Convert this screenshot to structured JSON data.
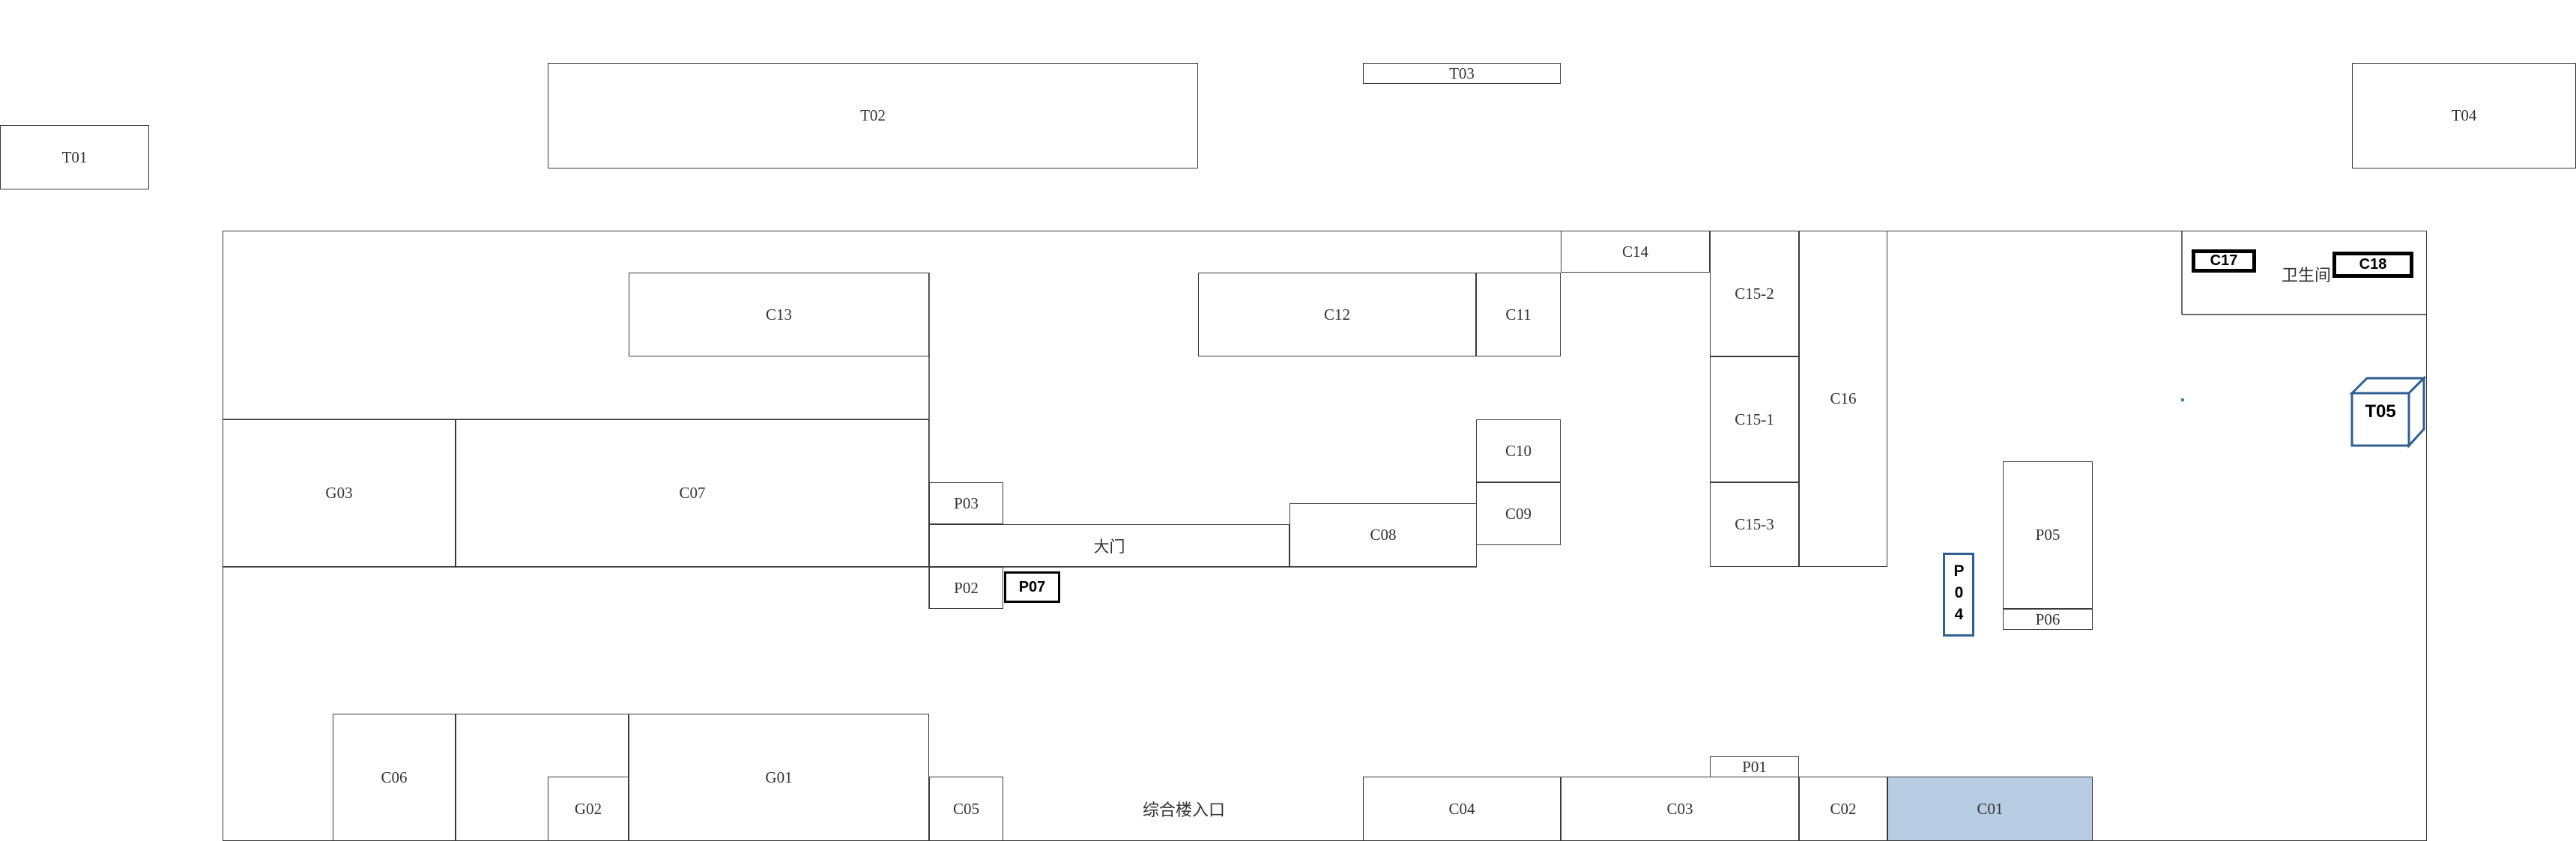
{
  "outside": {
    "T01": "T01",
    "T02": "T02",
    "T03": "T03",
    "T04": "T04"
  },
  "rooms": {
    "C13": "C13",
    "C12": "C12",
    "C11": "C11",
    "C14": "C14",
    "C15_2": "C15-2",
    "C15_1": "C15-1",
    "C15_3": "C15-3",
    "C16": "C16",
    "C10": "C10",
    "C09": "C09",
    "C08": "C08",
    "C07": "C07",
    "G03": "G03",
    "P03": "P03",
    "P02": "P02",
    "P07": "P07",
    "P05": "P05",
    "P06": "P06",
    "P04": "P04",
    "C06": "C06",
    "G02": "G02",
    "G01": "G01",
    "C05": "C05",
    "C04": "C04",
    "C03": "C03",
    "C02": "C02",
    "C01": "C01",
    "P01": "P01",
    "C17": "C17",
    "C18": "C18",
    "T05": "T05"
  },
  "labels": {
    "main_gate": "大门",
    "building_entrance": "综合楼入口",
    "restroom": "卫生间"
  },
  "colors": {
    "highlight": "#b8cce4",
    "accent_blue": "#2f5f93"
  }
}
